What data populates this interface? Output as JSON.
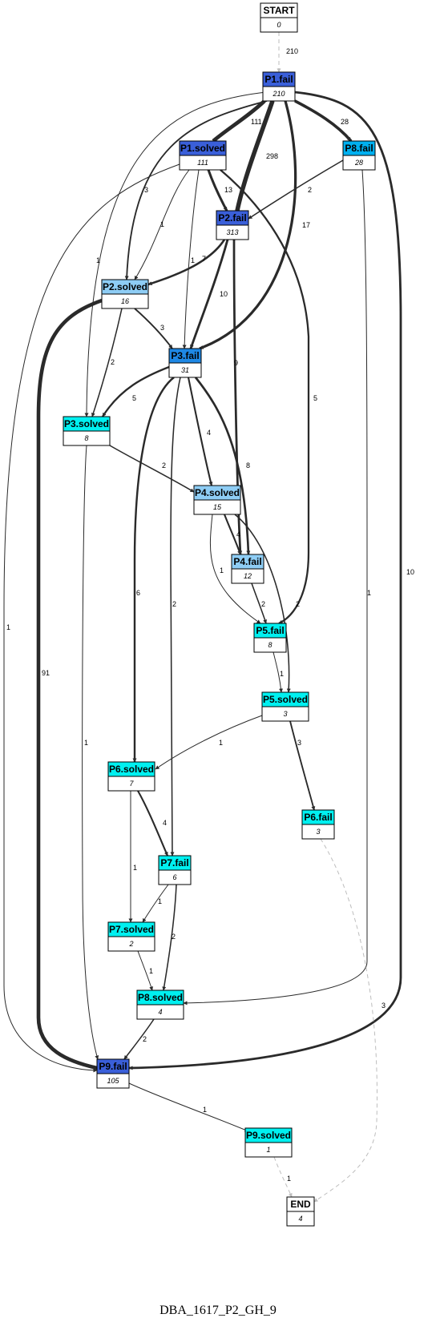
{
  "caption": "DBA_1617_P2_GH_9",
  "colors": {
    "dark_blue": "#3a5fd9",
    "mid_blue": "#1e88e5",
    "sky_blue": "#00b0f0",
    "light_blue": "#8ecdf5",
    "cyan": "#00f0f0",
    "white": "#ffffff",
    "edge": "#2a2a2a",
    "edge_dashed": "#bdbdbd"
  },
  "nodes": [
    {
      "id": "START",
      "title": "START",
      "count": "0",
      "color": "white"
    },
    {
      "id": "P1_fail",
      "title": "P1.fail",
      "count": "210",
      "color": "dark_blue"
    },
    {
      "id": "P1_solved",
      "title": "P1.solved",
      "count": "111",
      "color": "dark_blue"
    },
    {
      "id": "P8_fail",
      "title": "P8.fail",
      "count": "28",
      "color": "sky_blue"
    },
    {
      "id": "P2_fail",
      "title": "P2.fail",
      "count": "313",
      "color": "dark_blue"
    },
    {
      "id": "P2_solved",
      "title": "P2.solved",
      "count": "16",
      "color": "light_blue"
    },
    {
      "id": "P3_fail",
      "title": "P3.fail",
      "count": "31",
      "color": "mid_blue"
    },
    {
      "id": "P3_solved",
      "title": "P3.solved",
      "count": "8",
      "color": "cyan"
    },
    {
      "id": "P4_solved",
      "title": "P4.solved",
      "count": "15",
      "color": "light_blue"
    },
    {
      "id": "P4_fail",
      "title": "P4.fail",
      "count": "12",
      "color": "light_blue"
    },
    {
      "id": "P5_fail",
      "title": "P5.fail",
      "count": "8",
      "color": "cyan"
    },
    {
      "id": "P5_solved",
      "title": "P5.solved",
      "count": "3",
      "color": "cyan"
    },
    {
      "id": "P6_solved",
      "title": "P6.solved",
      "count": "7",
      "color": "cyan"
    },
    {
      "id": "P6_fail",
      "title": "P6.fail",
      "count": "3",
      "color": "cyan"
    },
    {
      "id": "P7_fail",
      "title": "P7.fail",
      "count": "6",
      "color": "cyan"
    },
    {
      "id": "P7_solved",
      "title": "P7.solved",
      "count": "2",
      "color": "cyan"
    },
    {
      "id": "P8_solved",
      "title": "P8.solved",
      "count": "4",
      "color": "cyan"
    },
    {
      "id": "P9_fail",
      "title": "P9.fail",
      "count": "105",
      "color": "dark_blue"
    },
    {
      "id": "P9_solved",
      "title": "P9.solved",
      "count": "1",
      "color": "cyan"
    },
    {
      "id": "END",
      "title": "END",
      "count": "4",
      "color": "white"
    }
  ],
  "edges": [
    {
      "from": "START",
      "to": "P1_fail",
      "label": "210",
      "dashed": true
    },
    {
      "from": "P1_fail",
      "to": "P1_solved",
      "label": "111"
    },
    {
      "from": "P1_fail",
      "to": "P8_fail",
      "label": "28"
    },
    {
      "from": "P1_fail",
      "to": "P2_fail",
      "label": "298"
    },
    {
      "from": "P1_fail",
      "to": "P2_solved",
      "label": "3"
    },
    {
      "from": "P1_fail",
      "to": "P3_solved",
      "label": "1"
    },
    {
      "from": "P1_fail",
      "to": "P3_fail",
      "label": "17"
    },
    {
      "from": "P1_fail",
      "to": "P9_fail",
      "label": "10"
    },
    {
      "from": "P1_solved",
      "to": "P2_fail",
      "label": "13"
    },
    {
      "from": "P1_solved",
      "to": "P2_solved",
      "label": "1"
    },
    {
      "from": "P1_solved",
      "to": "P3_fail",
      "label": "1"
    },
    {
      "from": "P1_solved",
      "to": "P5_fail",
      "label": "5"
    },
    {
      "from": "P1_solved",
      "to": "P9_fail",
      "label": "1"
    },
    {
      "from": "P8_fail",
      "to": "P2_fail",
      "label": "2"
    },
    {
      "from": "P8_fail",
      "to": "P8_solved",
      "label": "1"
    },
    {
      "from": "P2_fail",
      "to": "P2_solved",
      "label": "7"
    },
    {
      "from": "P2_fail",
      "to": "P3_fail",
      "label": "10"
    },
    {
      "from": "P2_fail",
      "to": "P4_fail",
      "label": "9"
    },
    {
      "from": "P2_solved",
      "to": "P3_fail",
      "label": "3"
    },
    {
      "from": "P2_solved",
      "to": "P3_solved",
      "label": "2"
    },
    {
      "from": "P2_solved",
      "to": "P9_fail",
      "label": "91"
    },
    {
      "from": "P3_fail",
      "to": "P3_solved",
      "label": "5"
    },
    {
      "from": "P3_fail",
      "to": "P4_solved",
      "label": "4"
    },
    {
      "from": "P3_fail",
      "to": "P4_fail",
      "label": "8"
    },
    {
      "from": "P3_fail",
      "to": "P6_solved",
      "label": "6"
    },
    {
      "from": "P3_fail",
      "to": "P7_fail",
      "label": "2"
    },
    {
      "from": "P3_solved",
      "to": "P4_solved",
      "label": "2"
    },
    {
      "from": "P3_solved",
      "to": "P9_fail",
      "label": "1"
    },
    {
      "from": "P4_solved",
      "to": "P4_fail",
      "label": "4"
    },
    {
      "from": "P4_solved",
      "to": "P5_fail",
      "label": "1"
    },
    {
      "from": "P4_solved",
      "to": "P5_solved",
      "label": "2"
    },
    {
      "from": "P4_fail",
      "to": "P5_fail",
      "label": "2"
    },
    {
      "from": "P5_fail",
      "to": "P5_solved",
      "label": "1"
    },
    {
      "from": "P5_solved",
      "to": "P6_solved",
      "label": "1"
    },
    {
      "from": "P5_solved",
      "to": "P6_fail",
      "label": "3"
    },
    {
      "from": "P6_solved",
      "to": "P7_fail",
      "label": "4"
    },
    {
      "from": "P6_solved",
      "to": "P7_solved",
      "label": "1"
    },
    {
      "from": "P6_fail",
      "to": "END",
      "label": "3",
      "dashed": true
    },
    {
      "from": "P7_fail",
      "to": "P7_solved",
      "label": "1"
    },
    {
      "from": "P7_fail",
      "to": "P8_solved",
      "label": "2"
    },
    {
      "from": "P7_solved",
      "to": "P8_solved",
      "label": "1"
    },
    {
      "from": "P8_solved",
      "to": "P9_fail",
      "label": "2"
    },
    {
      "from": "P9_fail",
      "to": "P9_solved",
      "label": "1"
    },
    {
      "from": "P9_solved",
      "to": "END",
      "label": "1",
      "dashed": true
    }
  ]
}
